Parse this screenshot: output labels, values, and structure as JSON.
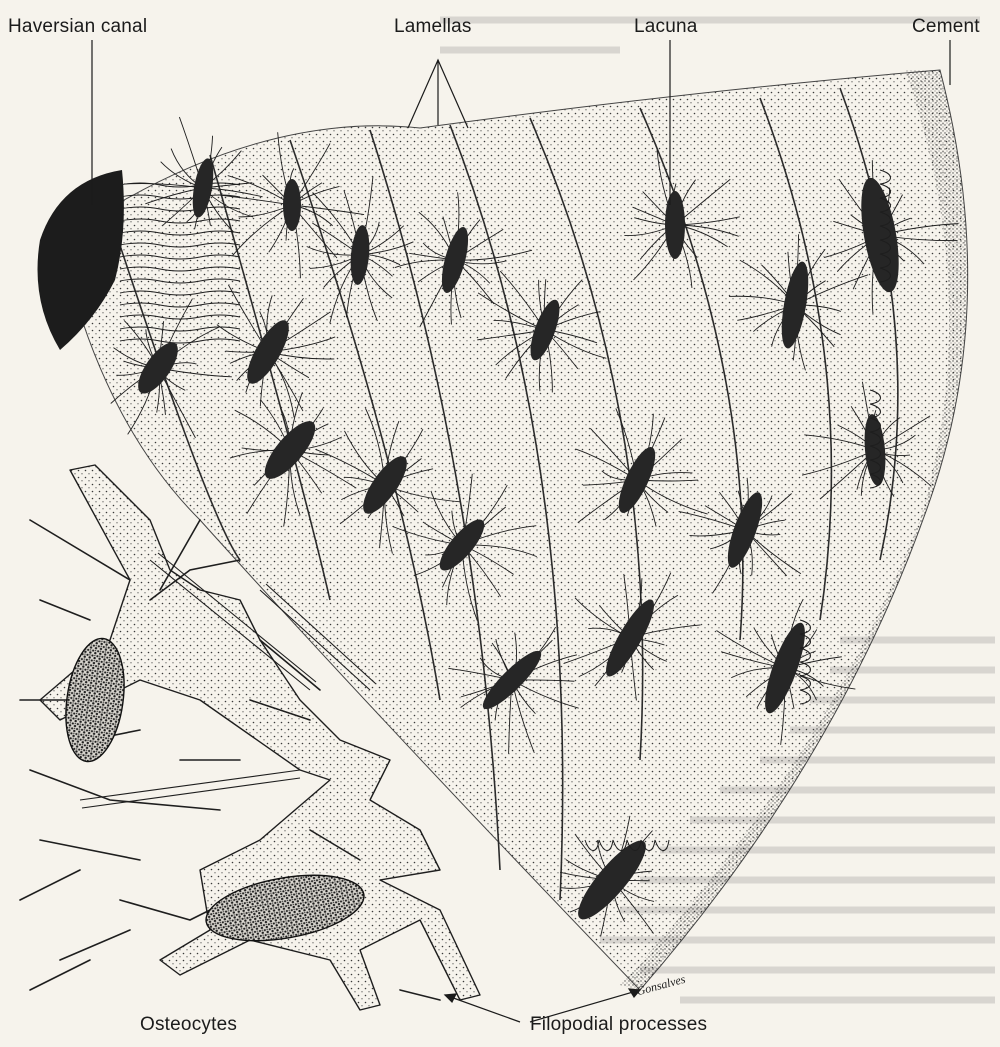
{
  "figure": {
    "labels": {
      "haversian_canal": "Haversian canal",
      "lamellas": "Lamellas",
      "lacuna": "Lacuna",
      "cement": "Cement",
      "osteocytes": "Osteocytes",
      "filopodial_processes": "Filopodial processes"
    },
    "signature": "Gonsalves",
    "colors": {
      "paper": "#f6f3ec",
      "ink": "#1b1b1b",
      "stipple": "#3a3a3a",
      "cell_fill": "#2a2a2a"
    }
  }
}
